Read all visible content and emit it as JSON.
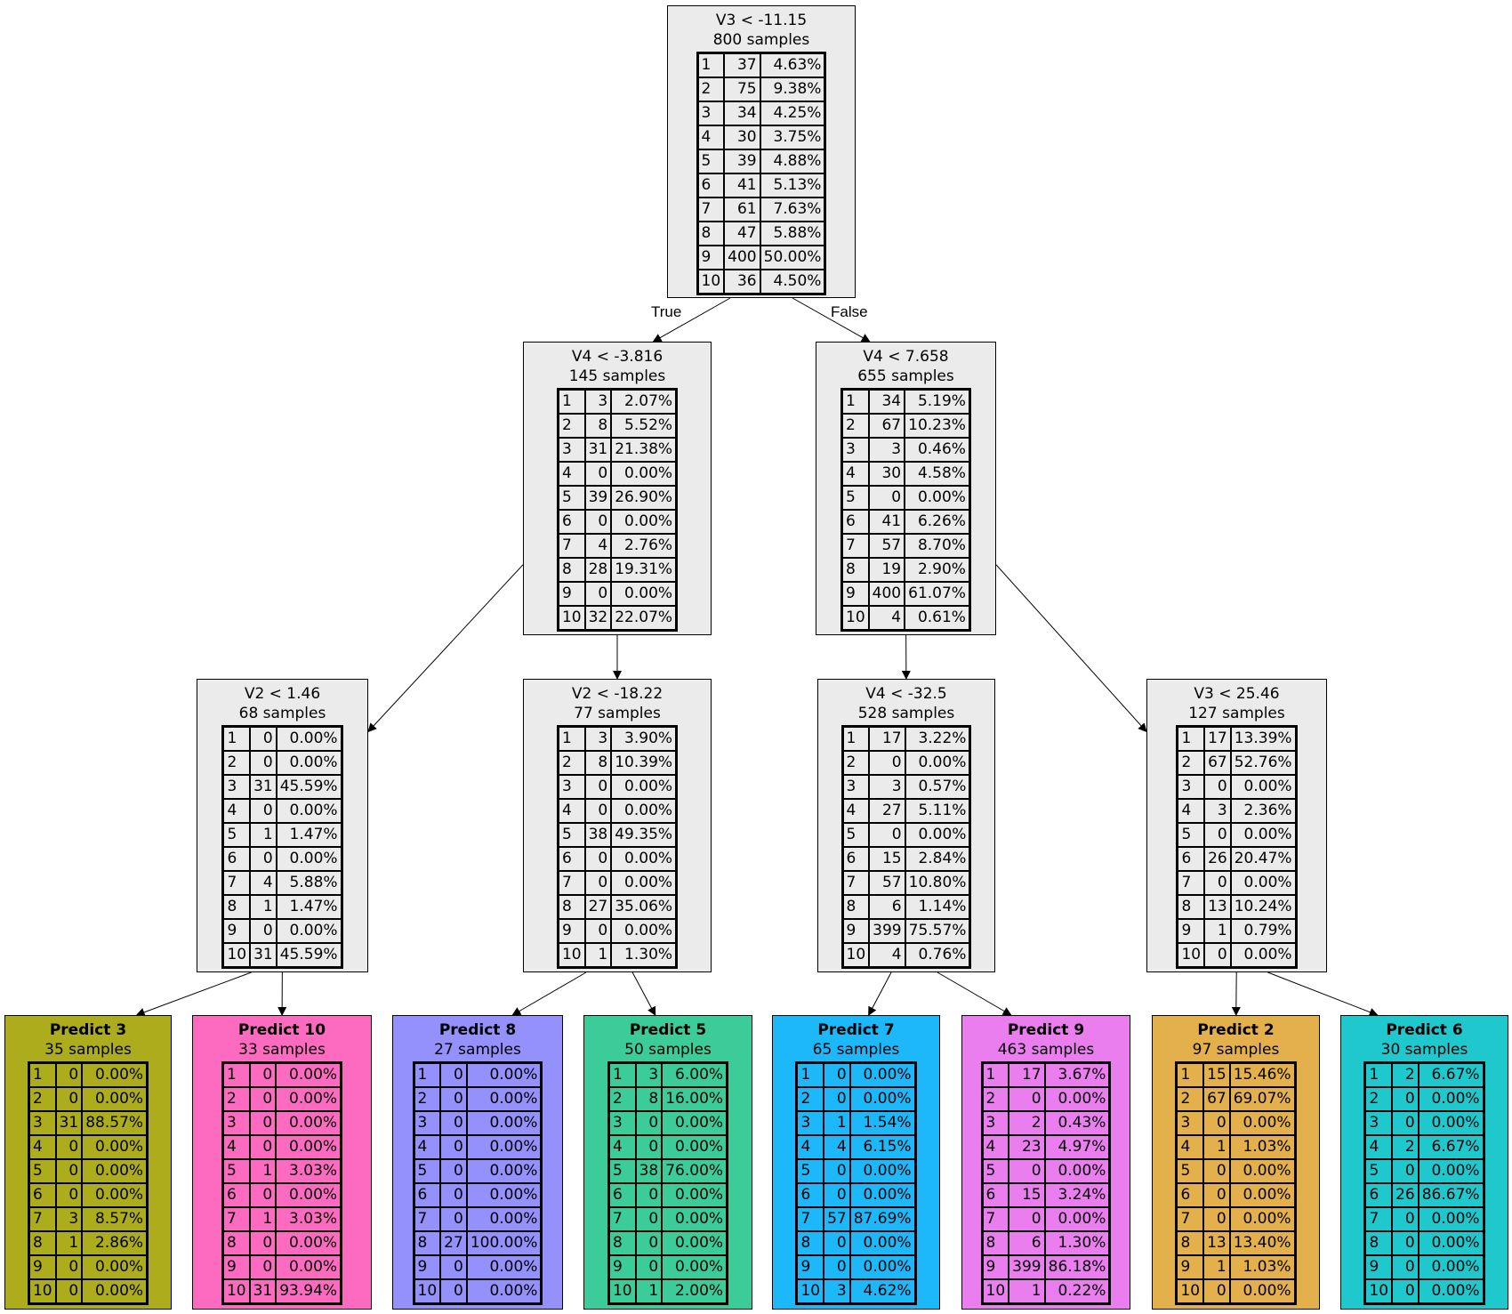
{
  "tree": {
    "edge_labels": {
      "true": "True",
      "false": "False"
    },
    "nodes": [
      {
        "id": "root",
        "title": "V3 < -11.15",
        "samples": "800 samples",
        "leaf": false,
        "rows": [
          [
            "1",
            "37",
            "4.63%"
          ],
          [
            "2",
            "75",
            "9.38%"
          ],
          [
            "3",
            "34",
            "4.25%"
          ],
          [
            "4",
            "30",
            "3.75%"
          ],
          [
            "5",
            "39",
            "4.88%"
          ],
          [
            "6",
            "41",
            "5.13%"
          ],
          [
            "7",
            "61",
            "7.63%"
          ],
          [
            "8",
            "47",
            "5.88%"
          ],
          [
            "9",
            "400",
            "50.00%"
          ],
          [
            "10",
            "36",
            "4.50%"
          ]
        ]
      },
      {
        "id": "n-left",
        "title": "V4 < -3.816",
        "samples": "145 samples",
        "leaf": false,
        "rows": [
          [
            "1",
            "3",
            "2.07%"
          ],
          [
            "2",
            "8",
            "5.52%"
          ],
          [
            "3",
            "31",
            "21.38%"
          ],
          [
            "4",
            "0",
            "0.00%"
          ],
          [
            "5",
            "39",
            "26.90%"
          ],
          [
            "6",
            "0",
            "0.00%"
          ],
          [
            "7",
            "4",
            "2.76%"
          ],
          [
            "8",
            "28",
            "19.31%"
          ],
          [
            "9",
            "0",
            "0.00%"
          ],
          [
            "10",
            "32",
            "22.07%"
          ]
        ]
      },
      {
        "id": "n-right",
        "title": "V4 < 7.658",
        "samples": "655 samples",
        "leaf": false,
        "rows": [
          [
            "1",
            "34",
            "5.19%"
          ],
          [
            "2",
            "67",
            "10.23%"
          ],
          [
            "3",
            "3",
            "0.46%"
          ],
          [
            "4",
            "30",
            "4.58%"
          ],
          [
            "5",
            "0",
            "0.00%"
          ],
          [
            "6",
            "41",
            "6.26%"
          ],
          [
            "7",
            "57",
            "8.70%"
          ],
          [
            "8",
            "19",
            "2.90%"
          ],
          [
            "9",
            "400",
            "61.07%"
          ],
          [
            "10",
            "4",
            "0.61%"
          ]
        ]
      },
      {
        "id": "n-ll",
        "title": "V2 < 1.46",
        "samples": "68 samples",
        "leaf": false,
        "rows": [
          [
            "1",
            "0",
            "0.00%"
          ],
          [
            "2",
            "0",
            "0.00%"
          ],
          [
            "3",
            "31",
            "45.59%"
          ],
          [
            "4",
            "0",
            "0.00%"
          ],
          [
            "5",
            "1",
            "1.47%"
          ],
          [
            "6",
            "0",
            "0.00%"
          ],
          [
            "7",
            "4",
            "5.88%"
          ],
          [
            "8",
            "1",
            "1.47%"
          ],
          [
            "9",
            "0",
            "0.00%"
          ],
          [
            "10",
            "31",
            "45.59%"
          ]
        ]
      },
      {
        "id": "n-lr",
        "title": "V2 < -18.22",
        "samples": "77 samples",
        "leaf": false,
        "rows": [
          [
            "1",
            "3",
            "3.90%"
          ],
          [
            "2",
            "8",
            "10.39%"
          ],
          [
            "3",
            "0",
            "0.00%"
          ],
          [
            "4",
            "0",
            "0.00%"
          ],
          [
            "5",
            "38",
            "49.35%"
          ],
          [
            "6",
            "0",
            "0.00%"
          ],
          [
            "7",
            "0",
            "0.00%"
          ],
          [
            "8",
            "27",
            "35.06%"
          ],
          [
            "9",
            "0",
            "0.00%"
          ],
          [
            "10",
            "1",
            "1.30%"
          ]
        ]
      },
      {
        "id": "n-rl",
        "title": "V4 < -32.5",
        "samples": "528 samples",
        "leaf": false,
        "rows": [
          [
            "1",
            "17",
            "3.22%"
          ],
          [
            "2",
            "0",
            "0.00%"
          ],
          [
            "3",
            "3",
            "0.57%"
          ],
          [
            "4",
            "27",
            "5.11%"
          ],
          [
            "5",
            "0",
            "0.00%"
          ],
          [
            "6",
            "15",
            "2.84%"
          ],
          [
            "7",
            "57",
            "10.80%"
          ],
          [
            "8",
            "6",
            "1.14%"
          ],
          [
            "9",
            "399",
            "75.57%"
          ],
          [
            "10",
            "4",
            "0.76%"
          ]
        ]
      },
      {
        "id": "n-rr",
        "title": "V3 < 25.46",
        "samples": "127 samples",
        "leaf": false,
        "rows": [
          [
            "1",
            "17",
            "13.39%"
          ],
          [
            "2",
            "67",
            "52.76%"
          ],
          [
            "3",
            "0",
            "0.00%"
          ],
          [
            "4",
            "3",
            "2.36%"
          ],
          [
            "5",
            "0",
            "0.00%"
          ],
          [
            "6",
            "26",
            "20.47%"
          ],
          [
            "7",
            "0",
            "0.00%"
          ],
          [
            "8",
            "13",
            "10.24%"
          ],
          [
            "9",
            "1",
            "0.79%"
          ],
          [
            "10",
            "0",
            "0.00%"
          ]
        ]
      },
      {
        "id": "leaf-3",
        "title": "Predict 3",
        "samples": "35 samples",
        "leaf": true,
        "color": "#acac1c",
        "rows": [
          [
            "1",
            "0",
            "0.00%"
          ],
          [
            "2",
            "0",
            "0.00%"
          ],
          [
            "3",
            "31",
            "88.57%"
          ],
          [
            "4",
            "0",
            "0.00%"
          ],
          [
            "5",
            "0",
            "0.00%"
          ],
          [
            "6",
            "0",
            "0.00%"
          ],
          [
            "7",
            "3",
            "8.57%"
          ],
          [
            "8",
            "1",
            "2.86%"
          ],
          [
            "9",
            "0",
            "0.00%"
          ],
          [
            "10",
            "0",
            "0.00%"
          ]
        ]
      },
      {
        "id": "leaf-10",
        "title": "Predict 10",
        "samples": "33 samples",
        "leaf": true,
        "color": "#fd6bc1",
        "rows": [
          [
            "1",
            "0",
            "0.00%"
          ],
          [
            "2",
            "0",
            "0.00%"
          ],
          [
            "3",
            "0",
            "0.00%"
          ],
          [
            "4",
            "0",
            "0.00%"
          ],
          [
            "5",
            "1",
            "3.03%"
          ],
          [
            "6",
            "0",
            "0.00%"
          ],
          [
            "7",
            "1",
            "3.03%"
          ],
          [
            "8",
            "0",
            "0.00%"
          ],
          [
            "9",
            "0",
            "0.00%"
          ],
          [
            "10",
            "31",
            "93.94%"
          ]
        ]
      },
      {
        "id": "leaf-8",
        "title": "Predict 8",
        "samples": "27 samples",
        "leaf": true,
        "color": "#9490fc",
        "rows": [
          [
            "1",
            "0",
            "0.00%"
          ],
          [
            "2",
            "0",
            "0.00%"
          ],
          [
            "3",
            "0",
            "0.00%"
          ],
          [
            "4",
            "0",
            "0.00%"
          ],
          [
            "5",
            "0",
            "0.00%"
          ],
          [
            "6",
            "0",
            "0.00%"
          ],
          [
            "7",
            "0",
            "0.00%"
          ],
          [
            "8",
            "27",
            "100.00%"
          ],
          [
            "9",
            "0",
            "0.00%"
          ],
          [
            "10",
            "0",
            "0.00%"
          ]
        ]
      },
      {
        "id": "leaf-5",
        "title": "Predict 5",
        "samples": "50 samples",
        "leaf": true,
        "color": "#3bcc9a",
        "rows": [
          [
            "1",
            "3",
            "6.00%"
          ],
          [
            "2",
            "8",
            "16.00%"
          ],
          [
            "3",
            "0",
            "0.00%"
          ],
          [
            "4",
            "0",
            "0.00%"
          ],
          [
            "5",
            "38",
            "76.00%"
          ],
          [
            "6",
            "0",
            "0.00%"
          ],
          [
            "7",
            "0",
            "0.00%"
          ],
          [
            "8",
            "0",
            "0.00%"
          ],
          [
            "9",
            "0",
            "0.00%"
          ],
          [
            "10",
            "1",
            "2.00%"
          ]
        ]
      },
      {
        "id": "leaf-7",
        "title": "Predict 7",
        "samples": "65 samples",
        "leaf": true,
        "color": "#1cb8f9",
        "rows": [
          [
            "1",
            "0",
            "0.00%"
          ],
          [
            "2",
            "0",
            "0.00%"
          ],
          [
            "3",
            "1",
            "1.54%"
          ],
          [
            "4",
            "4",
            "6.15%"
          ],
          [
            "5",
            "0",
            "0.00%"
          ],
          [
            "6",
            "0",
            "0.00%"
          ],
          [
            "7",
            "57",
            "87.69%"
          ],
          [
            "8",
            "0",
            "0.00%"
          ],
          [
            "9",
            "0",
            "0.00%"
          ],
          [
            "10",
            "3",
            "4.62%"
          ]
        ]
      },
      {
        "id": "leaf-9",
        "title": "Predict 9",
        "samples": "463 samples",
        "leaf": true,
        "color": "#ea7eef",
        "rows": [
          [
            "1",
            "17",
            "3.67%"
          ],
          [
            "2",
            "0",
            "0.00%"
          ],
          [
            "3",
            "2",
            "0.43%"
          ],
          [
            "4",
            "23",
            "4.97%"
          ],
          [
            "5",
            "0",
            "0.00%"
          ],
          [
            "6",
            "15",
            "3.24%"
          ],
          [
            "7",
            "0",
            "0.00%"
          ],
          [
            "8",
            "6",
            "1.30%"
          ],
          [
            "9",
            "399",
            "86.18%"
          ],
          [
            "10",
            "1",
            "0.22%"
          ]
        ]
      },
      {
        "id": "leaf-2",
        "title": "Predict 2",
        "samples": "97 samples",
        "leaf": true,
        "color": "#e4b04b",
        "rows": [
          [
            "1",
            "15",
            "15.46%"
          ],
          [
            "2",
            "67",
            "69.07%"
          ],
          [
            "3",
            "0",
            "0.00%"
          ],
          [
            "4",
            "1",
            "1.03%"
          ],
          [
            "5",
            "0",
            "0.00%"
          ],
          [
            "6",
            "0",
            "0.00%"
          ],
          [
            "7",
            "0",
            "0.00%"
          ],
          [
            "8",
            "13",
            "13.40%"
          ],
          [
            "9",
            "1",
            "1.03%"
          ],
          [
            "10",
            "0",
            "0.00%"
          ]
        ]
      },
      {
        "id": "leaf-6",
        "title": "Predict 6",
        "samples": "30 samples",
        "leaf": true,
        "color": "#1fc8cc",
        "rows": [
          [
            "1",
            "2",
            "6.67%"
          ],
          [
            "2",
            "0",
            "0.00%"
          ],
          [
            "3",
            "0",
            "0.00%"
          ],
          [
            "4",
            "2",
            "6.67%"
          ],
          [
            "5",
            "0",
            "0.00%"
          ],
          [
            "6",
            "26",
            "86.67%"
          ],
          [
            "7",
            "0",
            "0.00%"
          ],
          [
            "8",
            "0",
            "0.00%"
          ],
          [
            "9",
            "0",
            "0.00%"
          ],
          [
            "10",
            "0",
            "0.00%"
          ]
        ]
      }
    ],
    "edges": [
      {
        "from": "root",
        "to": "n-left",
        "label": "true"
      },
      {
        "from": "root",
        "to": "n-right",
        "label": "false"
      },
      {
        "from": "n-left",
        "to": "n-ll"
      },
      {
        "from": "n-left",
        "to": "n-lr"
      },
      {
        "from": "n-right",
        "to": "n-rl"
      },
      {
        "from": "n-right",
        "to": "n-rr"
      },
      {
        "from": "n-ll",
        "to": "leaf-3"
      },
      {
        "from": "n-ll",
        "to": "leaf-10"
      },
      {
        "from": "n-lr",
        "to": "leaf-8"
      },
      {
        "from": "n-lr",
        "to": "leaf-5"
      },
      {
        "from": "n-rl",
        "to": "leaf-7"
      },
      {
        "from": "n-rl",
        "to": "leaf-9"
      },
      {
        "from": "n-rr",
        "to": "leaf-2"
      },
      {
        "from": "n-rr",
        "to": "leaf-6"
      }
    ]
  }
}
